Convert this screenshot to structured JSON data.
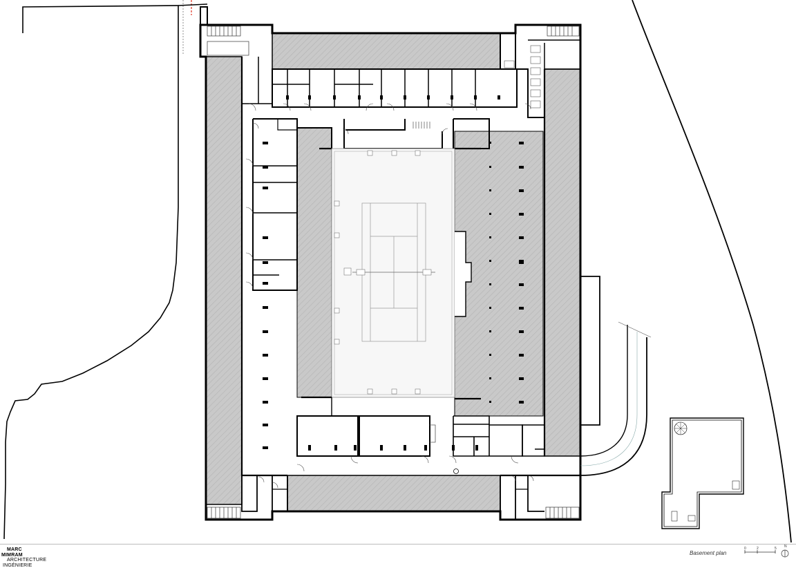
{
  "logo": {
    "line1": "MARC",
    "line2": "MIMRAM",
    "line3": "ARCHITECTURE",
    "line4": "INGÉNIERIE"
  },
  "caption": "Basement plan",
  "scale": {
    "ticks": [
      "0",
      "2",
      "5"
    ],
    "north": "N"
  },
  "colors": {
    "hatch_fill": "#c8c8c8",
    "wall": "#000000",
    "court_line": "#888888",
    "accent_red": "#e0301e"
  }
}
